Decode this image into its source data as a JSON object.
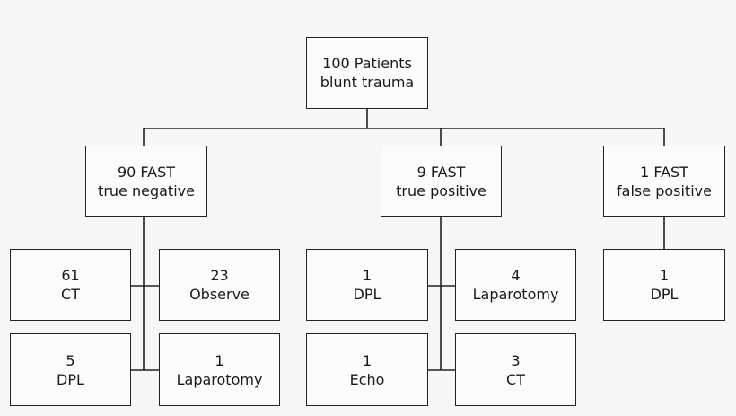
{
  "root": {
    "line1": "100 Patients",
    "line2": "blunt trauma"
  },
  "branches": {
    "negative": {
      "line1": "90 FAST",
      "line2": "true negative"
    },
    "positive": {
      "line1": "9 FAST",
      "line2": "true positive"
    },
    "false_positive": {
      "line1": "1 FAST",
      "line2": "false positive"
    }
  },
  "negative_outcomes": [
    {
      "count": "61",
      "label": "CT"
    },
    {
      "count": "23",
      "label": "Observe"
    },
    {
      "count": "5",
      "label": "DPL"
    },
    {
      "count": "1",
      "label": "Laparotomy"
    }
  ],
  "positive_outcomes": [
    {
      "count": "1",
      "label": "DPL"
    },
    {
      "count": "4",
      "label": "Laparotomy"
    },
    {
      "count": "1",
      "label": "Echo"
    },
    {
      "count": "3",
      "label": "CT"
    }
  ],
  "false_positive_outcomes": [
    {
      "count": "1",
      "label": "DPL"
    }
  ]
}
